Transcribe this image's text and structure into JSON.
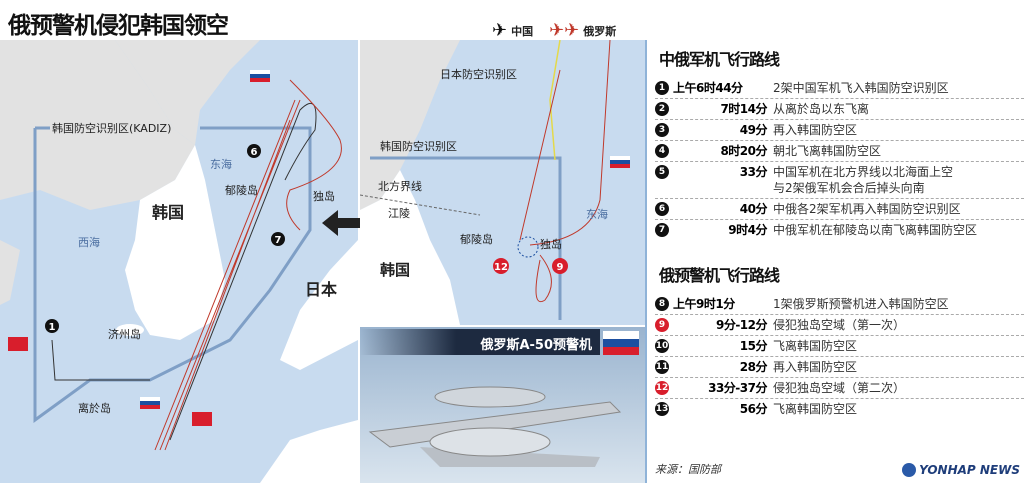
{
  "title": "俄预警机侵犯韩国领空",
  "legend": {
    "china": "中国",
    "russia": "俄罗斯"
  },
  "colors": {
    "sea": "#c8dbef",
    "land": "#e2e2e2",
    "korea": "#ffffff",
    "adiz": "#7f9fc6",
    "china_route": "#333333",
    "russia_route": "#d81e2c"
  },
  "left_map": {
    "kadiz": "韩国防空识别区(KADIZ)",
    "east_sea": "东海",
    "ulleung": "郁陵岛",
    "dokdo": "独岛",
    "korea": "韩国",
    "west_sea": "西海",
    "jeju": "济州岛",
    "ieodo": "离於岛",
    "japan": "日本",
    "markers": [
      "1",
      "6",
      "7"
    ]
  },
  "inset": {
    "jadiz": "日本防空识别区",
    "kadiz": "韩国防空识别区",
    "nll": "北方界线",
    "gangneung": "江陵",
    "ulleung": "郁陵岛",
    "dokdo": "独岛",
    "east_sea": "东海",
    "korea": "韩国",
    "markers": [
      "12",
      "9"
    ]
  },
  "photo": {
    "label": "俄罗斯A-50预警机"
  },
  "section1": {
    "title": "中俄军机飞行路线",
    "rows": [
      {
        "n": "1",
        "time": "上午6时44分",
        "desc": "2架中国军机飞入韩国防空识别区"
      },
      {
        "n": "2",
        "time": "7时14分",
        "desc": "从离於岛以东飞离"
      },
      {
        "n": "3",
        "time": "49分",
        "desc": "再入韩国防空区"
      },
      {
        "n": "4",
        "time": "8时20分",
        "desc": "朝北飞离韩国防空区"
      },
      {
        "n": "5",
        "time": "33分",
        "desc": "中国军机在北方界线以北海面上空",
        "desc2": "与2架俄军机会合后掉头向南"
      },
      {
        "n": "6",
        "time": "40分",
        "desc": "中俄各2架军机再入韩国防空识别区"
      },
      {
        "n": "7",
        "time": "9时4分",
        "desc": "中俄军机在郁陵岛以南飞离韩国防空区"
      }
    ]
  },
  "section2": {
    "title": "俄预警机飞行路线",
    "rows": [
      {
        "n": "8",
        "time": "上午9时1分",
        "desc": "1架俄罗斯预警机进入韩国防空区",
        "red": false
      },
      {
        "n": "9",
        "time": "9分-12分",
        "desc": "侵犯独岛空域（第一次）",
        "red": true
      },
      {
        "n": "10",
        "time": "15分",
        "desc": "飞离韩国防空区",
        "red": false
      },
      {
        "n": "11",
        "time": "28分",
        "desc": "再入韩国防空区",
        "red": false
      },
      {
        "n": "12",
        "time": "33分-37分",
        "desc": "侵犯独岛空域（第二次）",
        "red": true
      },
      {
        "n": "13",
        "time": "56分",
        "desc": "飞离韩国防空区",
        "red": false
      }
    ]
  },
  "source": "来源：国防部",
  "logo": "YONHAP NEWS"
}
